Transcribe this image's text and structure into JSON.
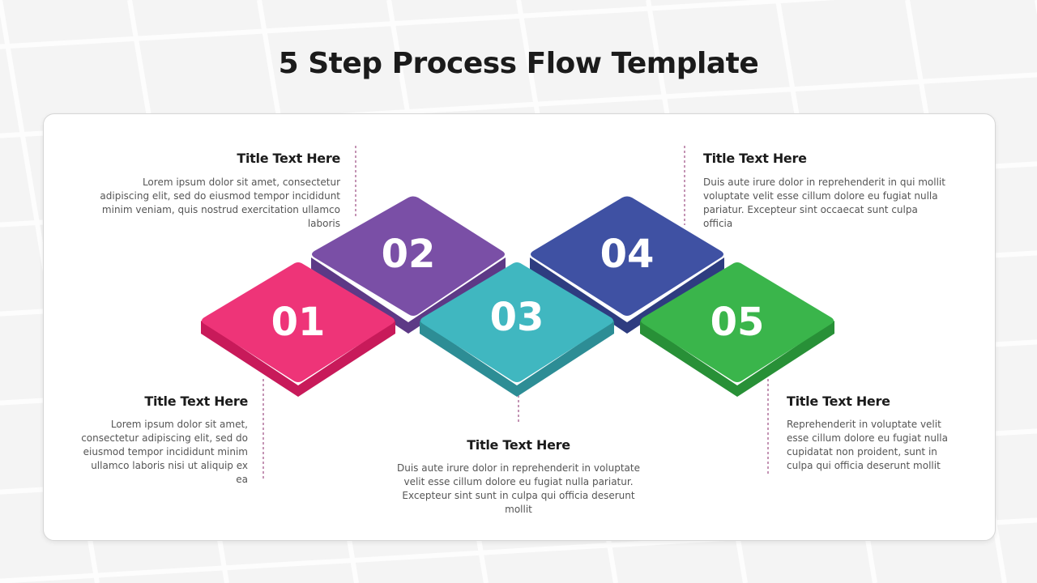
{
  "page_title": "5 Step Process Flow Template",
  "colors": {
    "step1_top": "#ee3478",
    "step1_side": "#c81a5a",
    "step2_top": "#7a4fa6",
    "step2_side": "#5d3986",
    "step3_top": "#40b7c0",
    "step3_side": "#2d8d95",
    "step4_top": "#3f51a3",
    "step4_side": "#2e3c80",
    "step5_top": "#3ab54b",
    "step5_side": "#289037",
    "connector": "#8a2a6a"
  },
  "steps": [
    {
      "number": "01",
      "title": "Title Text Here",
      "description": "Lorem ipsum dolor sit amet, consectetur adipiscing elit, sed do eiusmod tempor incididunt minim ullamco laboris nisi ut aliquip ex ea"
    },
    {
      "number": "02",
      "title": "Title Text Here",
      "description": "Lorem ipsum dolor sit amet, consectetur adipiscing elit, sed do eiusmod tempor incididunt minim veniam, quis nostrud exercitation ullamco laboris"
    },
    {
      "number": "03",
      "title": "Title Text Here",
      "description": "Duis aute irure dolor in reprehenderit in voluptate velit esse cillum dolore eu fugiat nulla pariatur. Excepteur sint sunt in culpa qui officia deserunt mollit"
    },
    {
      "number": "04",
      "title": "Title Text Here",
      "description": "Duis aute irure dolor in reprehenderit in qui mollit voluptate velit esse cillum dolore eu fugiat nulla pariatur. Excepteur sint occaecat sunt culpa officia"
    },
    {
      "number": "05",
      "title": "Title Text Here",
      "description": "Reprehenderit in voluptate velit esse cillum dolore eu fugiat nulla cupidatat non proident, sunt in culpa qui officia deserunt mollit"
    }
  ]
}
